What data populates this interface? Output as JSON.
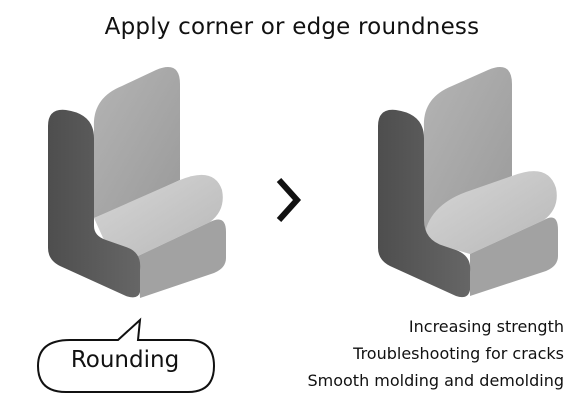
{
  "title": "Apply corner or edge roundness",
  "callout": {
    "label": "Rounding"
  },
  "benefits": [
    "Increasing strength",
    "Troubleshooting for cracks",
    "Smooth molding and demolding"
  ],
  "arrow_icon": "chevron-right-icon",
  "colors": {
    "front_face": "#5e5e5e",
    "side_face": "#a6a6a6",
    "top_face": "#c9c9c9",
    "outline": "#111111"
  }
}
